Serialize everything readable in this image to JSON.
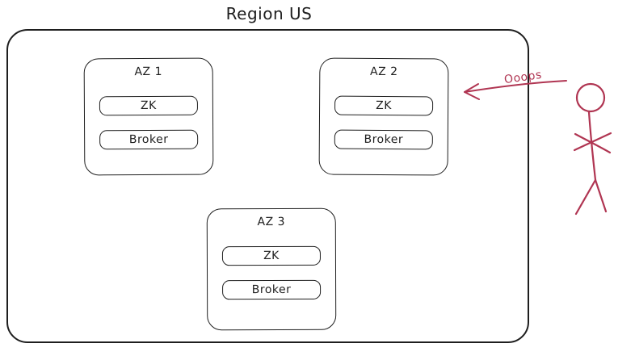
{
  "diagram": {
    "title": "Region US",
    "annotation": {
      "label": "Ooops"
    },
    "zones": [
      {
        "label": "AZ 1",
        "nodes": [
          "ZK",
          "Broker"
        ]
      },
      {
        "label": "AZ 2",
        "nodes": [
          "ZK",
          "Broker"
        ]
      },
      {
        "label": "AZ 3",
        "nodes": [
          "ZK",
          "Broker"
        ]
      }
    ],
    "colors": {
      "stroke": "#1e1e1e",
      "accent": "#b03552"
    }
  }
}
